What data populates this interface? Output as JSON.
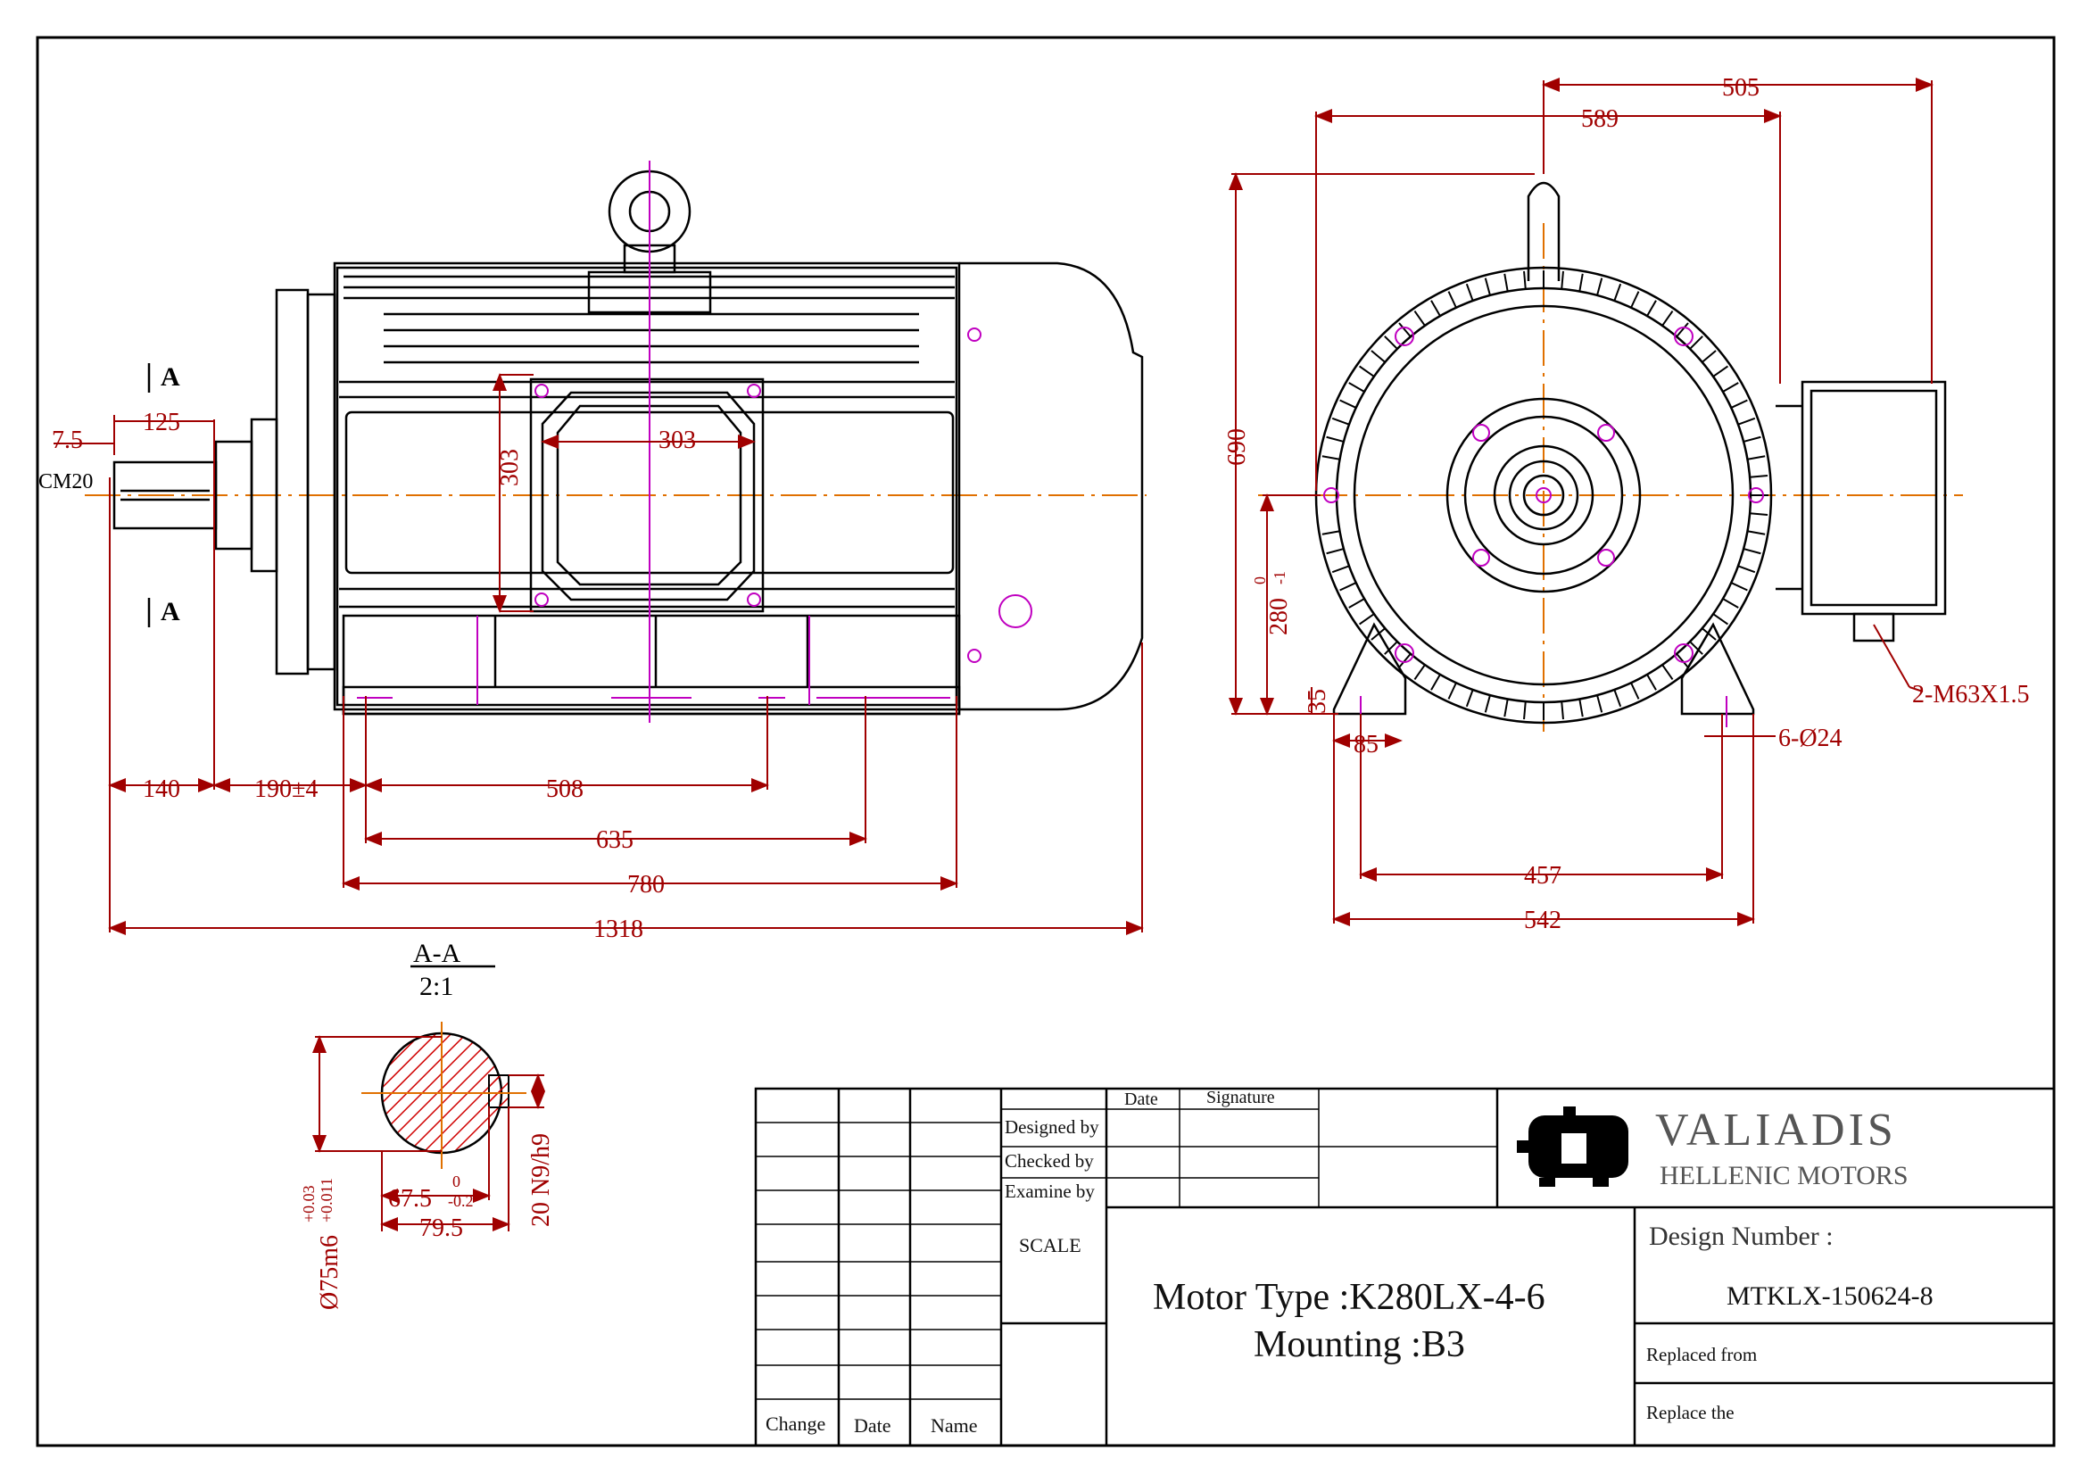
{
  "section": {
    "title": "A-A",
    "scale": "2:1",
    "marker": "A"
  },
  "side_view": {
    "labels": [
      "7.5",
      "125",
      "CM20",
      "303",
      "303",
      "140",
      "190±4",
      "508",
      "635",
      "780",
      "1318"
    ]
  },
  "front_view": {
    "labels": [
      "505",
      "589",
      "690",
      "280",
      "0",
      "-1",
      "35",
      "85",
      "457",
      "542",
      "2-M63X1.5",
      "6-Ø24"
    ]
  },
  "shaft_section": {
    "labels": [
      "Ø75m6",
      "+0.03",
      "+0.011",
      "67.5",
      "0",
      "-0.2",
      "79.5",
      "20 N9/h9"
    ]
  },
  "title_block": {
    "rev_headers": [
      "Change",
      "Date",
      "Name"
    ],
    "sign_headers": [
      "Date",
      "Signature"
    ],
    "roles": [
      "Designed by",
      "Checked by",
      "Examine by"
    ],
    "scale_label": "SCALE",
    "company_name": "VALIADIS",
    "company_sub": "HELLENIC MOTORS",
    "motor_type": "Motor Type :K280LX-4-6",
    "mounting": "Mounting :B3",
    "design_number_label": "Design Number :",
    "design_number": "MTKLX-150624-8",
    "replaced_from": "Replaced  from",
    "replace_the": "Replace the"
  },
  "colors": {
    "dim": "#a00000",
    "center": "#e07000",
    "mark": "#c000c0",
    "line": "#000000"
  }
}
